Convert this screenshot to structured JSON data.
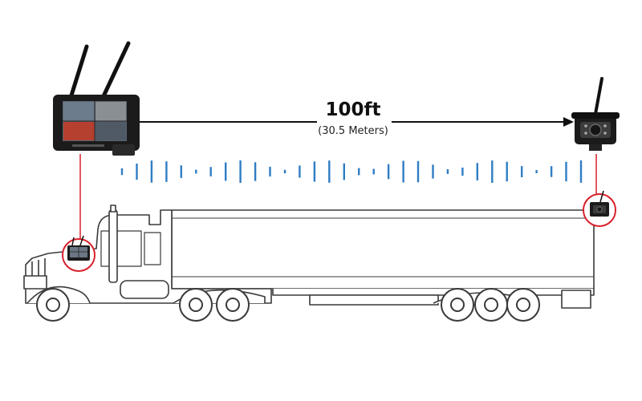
{
  "distance": {
    "primary_label": "100ft",
    "secondary_label": "(30.5 Meters)"
  },
  "colors": {
    "signal": "#2f7dc4",
    "highlight": "#d9202a",
    "device": "#1b1b1b",
    "line_art": "#3a3a3a"
  },
  "devices": {
    "monitor": {
      "icon": "wireless-monitor-icon",
      "screen": "quad-split-view"
    },
    "camera": {
      "icon": "wireless-backup-camera-icon"
    }
  },
  "vehicle": {
    "icon": "semi-truck-trailer-outline"
  }
}
